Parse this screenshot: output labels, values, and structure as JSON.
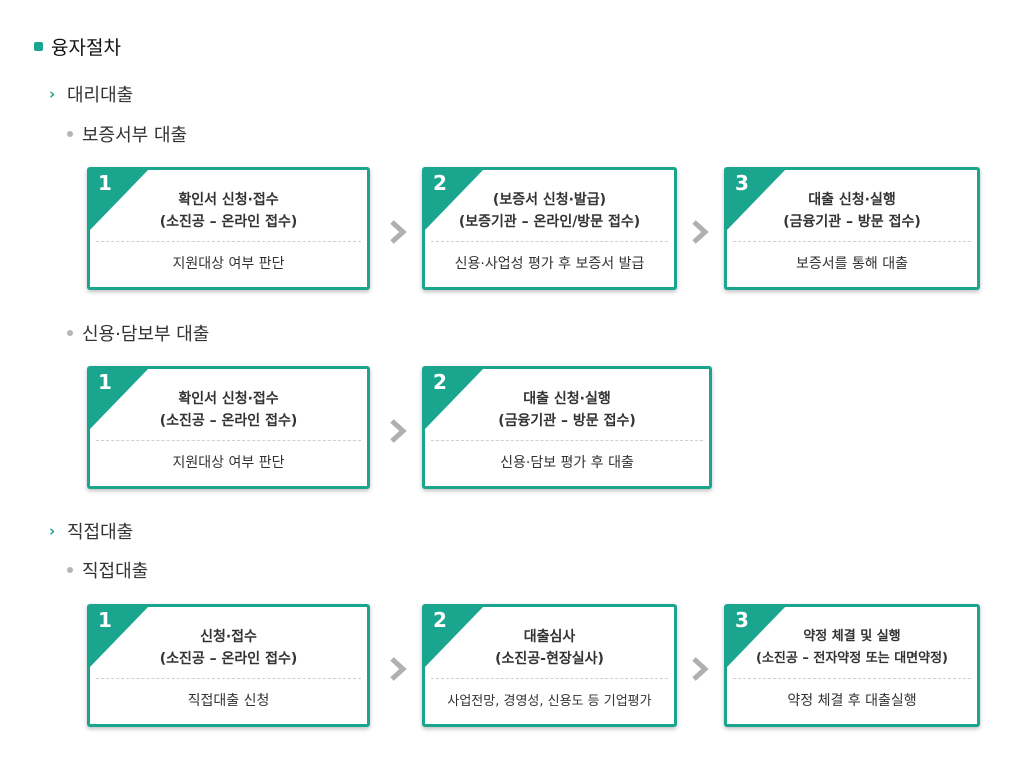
{
  "title": "융자절차",
  "sections": [
    {
      "label": "대리대출",
      "subs": [
        {
          "label": "보증서부 대출",
          "steps": [
            {
              "num": "1",
              "head1": "확인서 신청·접수",
              "head2": "(소진공 – 온라인 접수)",
              "body": "지원대상 여부 판단"
            },
            {
              "num": "2",
              "head1": "(보증서 신청·발급)",
              "head2": "(보증기관 – 온라인/방문 접수)",
              "body": "신용·사업성 평가 후 보증서 발급"
            },
            {
              "num": "3",
              "head1": "대출 신청·실행",
              "head2": "(금융기관 – 방문 접수)",
              "body": "보증서를 통해 대출"
            }
          ]
        },
        {
          "label": "신용·담보부 대출",
          "steps": [
            {
              "num": "1",
              "head1": "확인서 신청·접수",
              "head2": "(소진공 – 온라인 접수)",
              "body": "지원대상 여부 판단"
            },
            {
              "num": "2",
              "head1": "대출 신청·실행",
              "head2": "(금융기관 – 방문 접수)",
              "body": "신용·담보 평가 후 대출"
            }
          ]
        }
      ]
    },
    {
      "label": "직접대출",
      "subs": [
        {
          "label": "직접대출",
          "steps": [
            {
              "num": "1",
              "head1": "신청·접수",
              "head2": "(소진공 – 온라인 접수)",
              "body": "직접대출 신청"
            },
            {
              "num": "2",
              "head1": "대출심사",
              "head2": "(소진공-현장실사)",
              "body": "사업전망, 경영성, 신용도 등 기업평가"
            },
            {
              "num": "3",
              "head1": "약정 체결 및 실행",
              "head2": "(소진공 – 전자약정 또는 대면약정)",
              "body": "약정 체결 후 대출실행"
            }
          ]
        }
      ]
    }
  ],
  "colors": {
    "accent": "#1aa58e",
    "arrow": "#b0b0b0"
  },
  "icons": {
    "section_marker": "chevron-right-icon",
    "step_arrow": "chevron-right-icon"
  }
}
